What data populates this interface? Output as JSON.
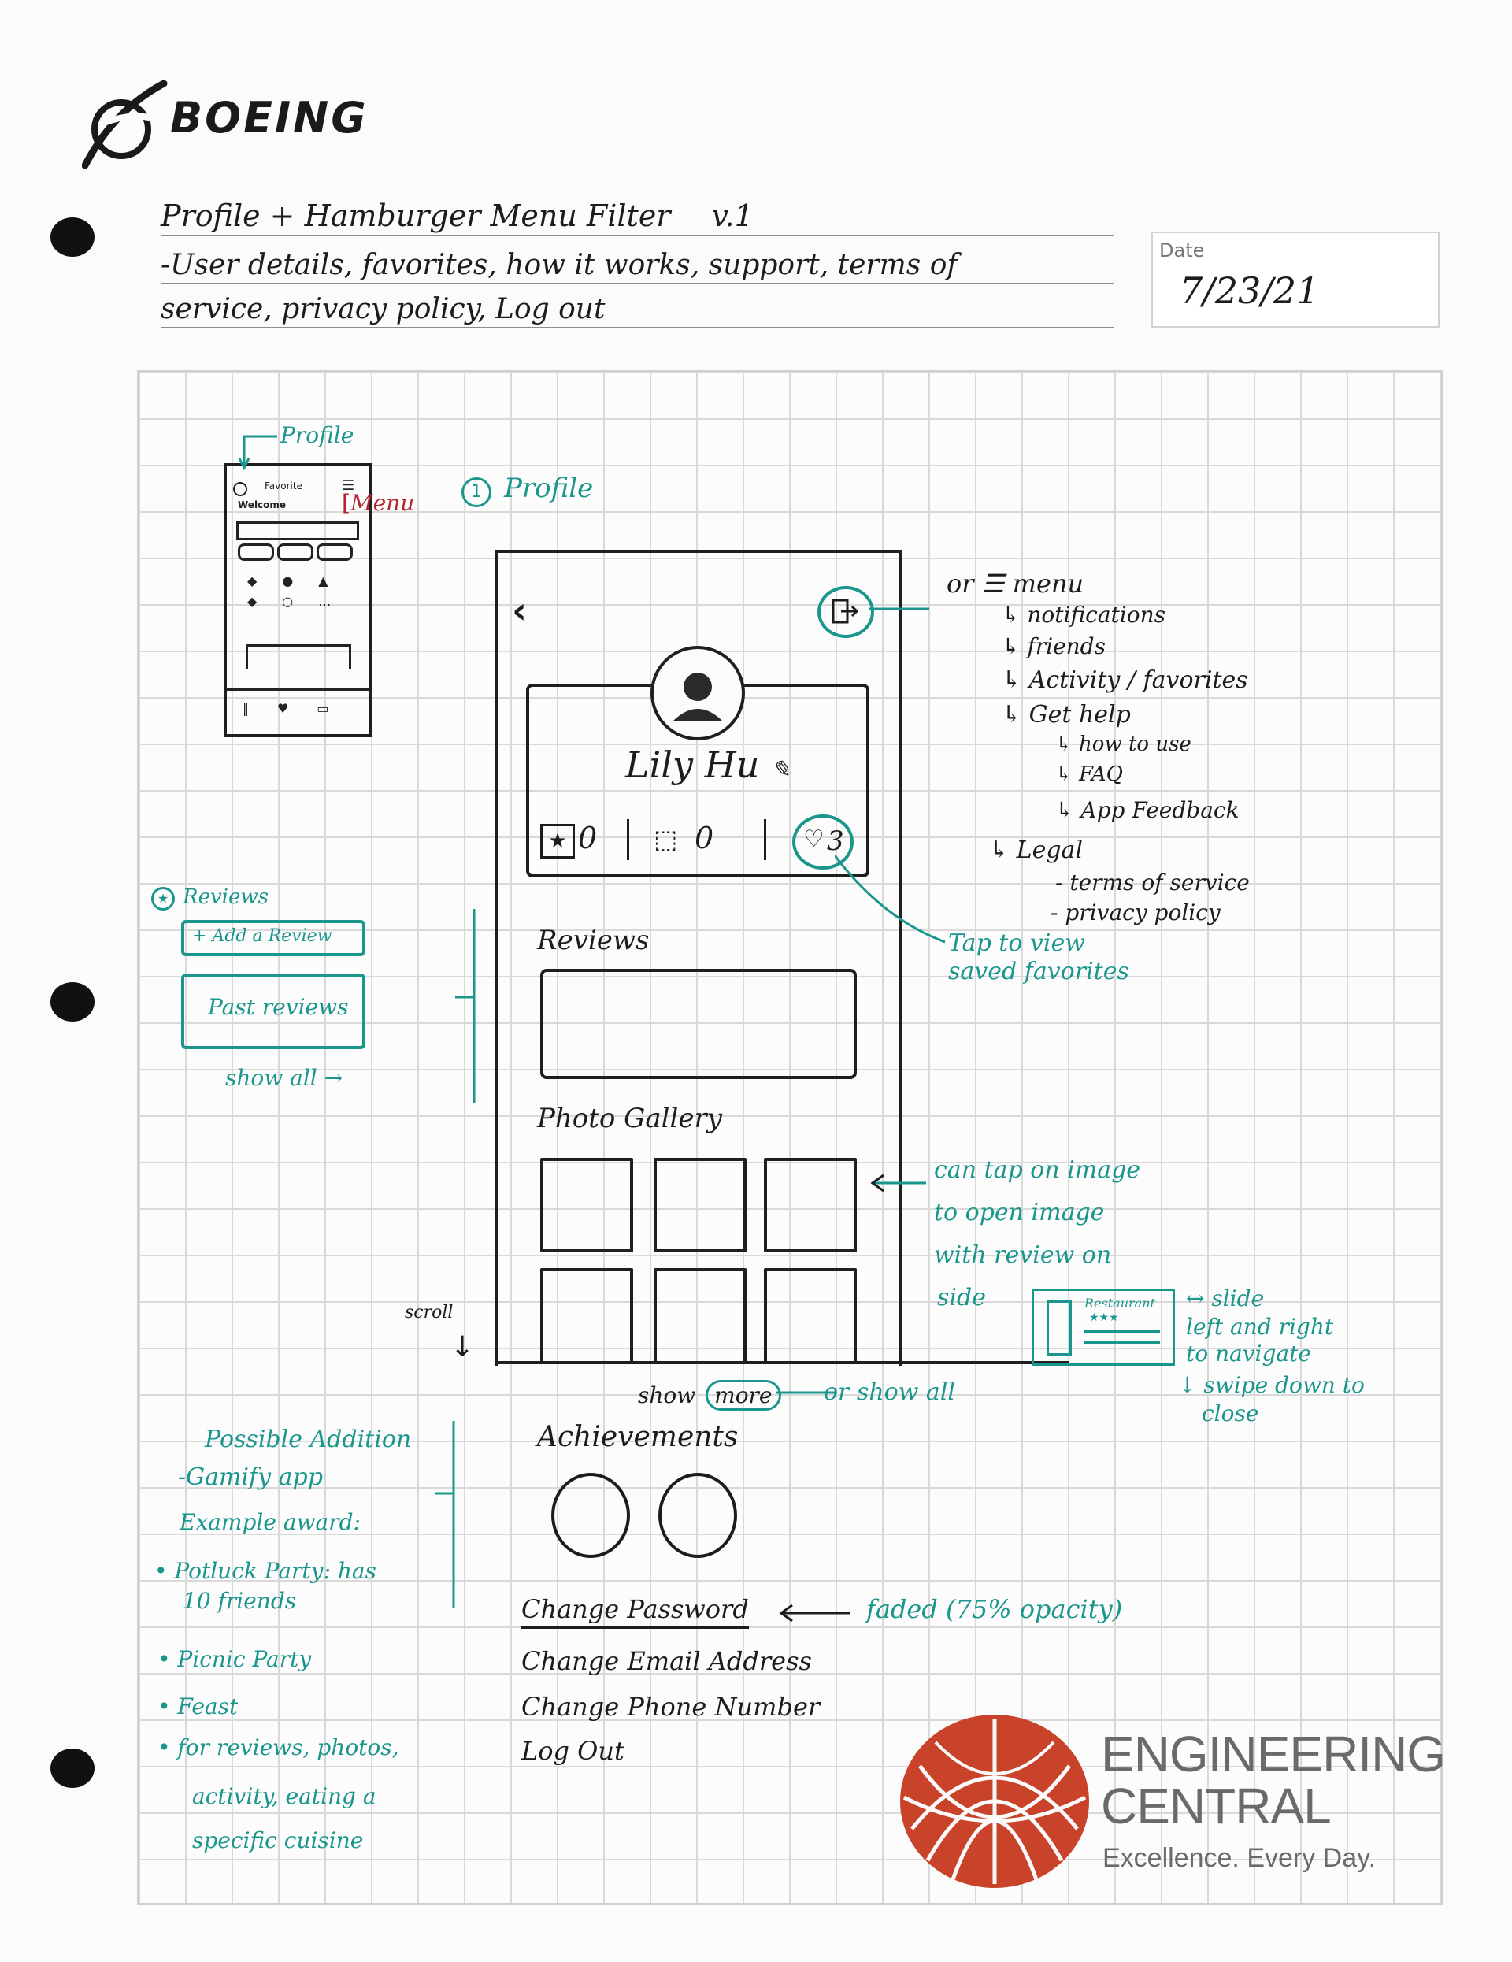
{
  "header": {
    "brand": "BOEING",
    "title": "Profile + Hamburger Menu Filter",
    "version": "v.1",
    "desc_line1": "-User details, favorites, how it works, support, terms of",
    "desc_line2": "service, privacy policy, Log out",
    "date_label": "Date",
    "date_value": "7/23/21"
  },
  "thumbnail": {
    "profile_label": "Profile",
    "menu_label": "Menu",
    "favorite_label": "Favorite",
    "welcome_label": "Welcome"
  },
  "section_title": "Profile",
  "section_number": "1",
  "mockup": {
    "user_name": "Lily Hu",
    "stat_reviews": "0",
    "stat_photos": "0",
    "stat_favorites": "3",
    "reviews_heading": "Reviews",
    "gallery_heading": "Photo Gallery",
    "show_label": "show",
    "more_label": "more",
    "achievements_heading": "Achievements",
    "settings": [
      "Change Password",
      "Change Email Address",
      "Change Phone Number",
      "Log Out"
    ]
  },
  "menu_notes": {
    "heading": "or ☰ menu",
    "items": [
      "↳ notifications",
      "↳ friends",
      "↳ Activity / favorites",
      "↳ Get help"
    ],
    "help_items": [
      "↳ how to use",
      "↳ FAQ",
      "↳ App Feedback"
    ],
    "legal": "↳ Legal",
    "legal_items": [
      "- terms of service",
      "- privacy policy"
    ]
  },
  "notes": {
    "favorites_1": "Tap to view",
    "favorites_2": "saved favorites",
    "reviews_title": "Reviews",
    "add_review": "+ Add a Review",
    "past_reviews": "Past reviews",
    "show_all": "show all →",
    "image_1": "can tap on image",
    "image_2": "to open image",
    "image_3": "with review on",
    "image_4": "side",
    "restaurant_label": "Restaurant",
    "slide_1": "↔ slide",
    "slide_2": "left and right",
    "slide_3": "to navigate",
    "swipe_1": "↓ swipe down to",
    "swipe_2": "close",
    "scroll": "scroll",
    "or_show_all": "or show all",
    "faded": "faded (75% opacity)",
    "addition_title": "Possible Addition",
    "addition_1": "-Gamify app",
    "addition_2": "Example award:",
    "bullets": [
      "• Potluck Party: has",
      "10 friends",
      "• Picnic Party",
      "• Feast",
      "• for reviews, photos,",
      "activity, eating a",
      "specific cuisine"
    ]
  },
  "footer": {
    "brand_line1": "ENGINEERING",
    "brand_line2": "CENTRAL",
    "tagline": "Excellence. Every Day."
  },
  "colors": {
    "ink": "#1c1c1c",
    "teal": "#1a968c",
    "red": "#b3262d",
    "logo_red": "#c9432b",
    "grid": "#d9d9d9"
  }
}
